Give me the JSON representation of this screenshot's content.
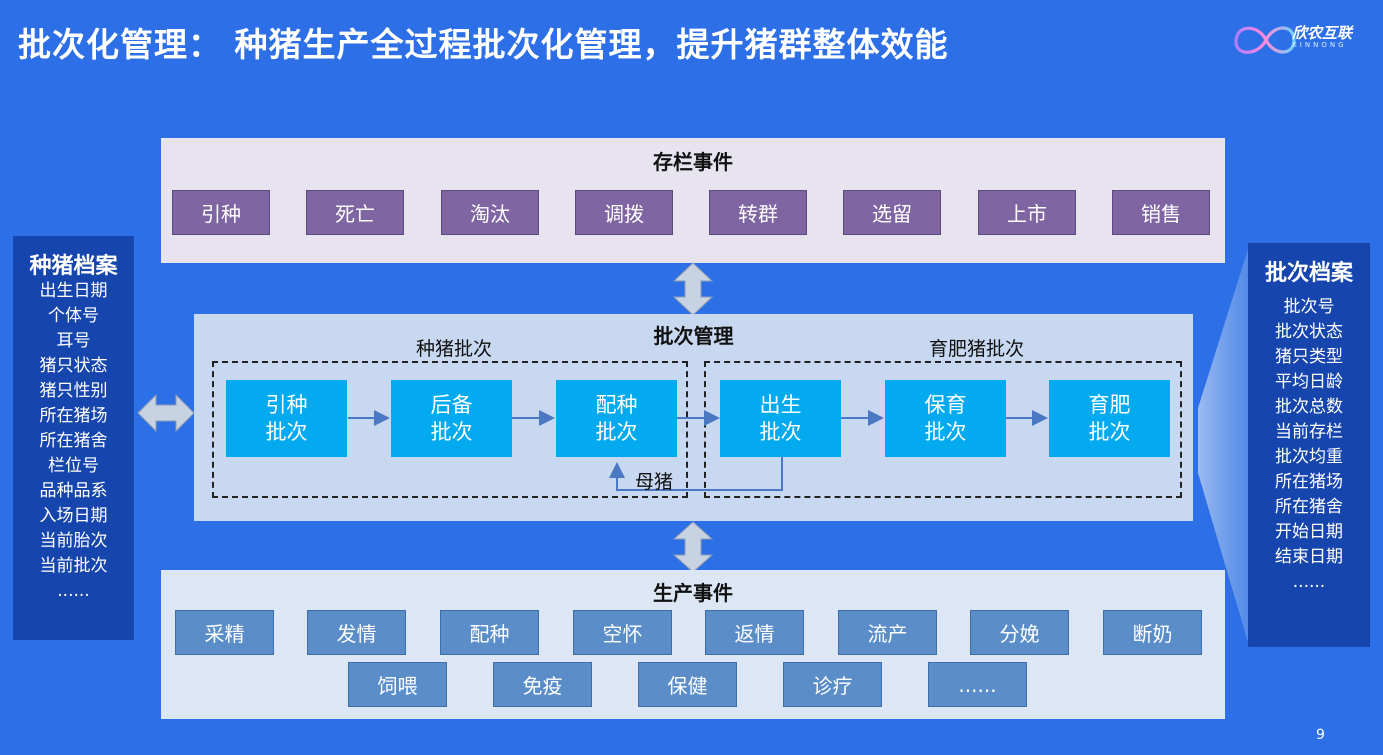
{
  "header": {
    "title": "批次化管理： 种猪生产全过程批次化管理，提升猪群整体效能",
    "logo_text": "欣农互联",
    "logo_sub": "XINNONG"
  },
  "stock_events": {
    "title": "存栏事件",
    "items": [
      "引种",
      "死亡",
      "淘汰",
      "调拨",
      "转群",
      "选留",
      "上市",
      "销售"
    ]
  },
  "batch_management": {
    "title": "批次管理",
    "breeding_group": {
      "label": "种猪批次",
      "nodes": [
        {
          "line1": "引种",
          "line2": "批次"
        },
        {
          "line1": "后备",
          "line2": "批次"
        },
        {
          "line1": "配种",
          "line2": "批次"
        }
      ]
    },
    "fattening_group": {
      "label": "育肥猪批次",
      "nodes": [
        {
          "line1": "出生",
          "line2": "批次"
        },
        {
          "line1": "保育",
          "line2": "批次"
        },
        {
          "line1": "育肥",
          "line2": "批次"
        }
      ]
    },
    "feedback_label": "母猪"
  },
  "production_events": {
    "title": "生产事件",
    "row1": [
      "采精",
      "发情",
      "配种",
      "空怀",
      "返情",
      "流产",
      "分娩",
      "断奶"
    ],
    "row2": [
      "饲喂",
      "免疫",
      "保健",
      "诊疗",
      "......"
    ]
  },
  "breeder_profile": {
    "title": "种猪档案",
    "fields": [
      "出生日期",
      "个体号",
      "耳号",
      "猪只状态",
      "猪只性别",
      "所在猪场",
      "所在猪舍",
      "栏位号",
      "品种品系",
      "入场日期",
      "当前胎次",
      "当前批次",
      "......"
    ]
  },
  "batch_profile": {
    "title": "批次档案",
    "fields": [
      "批次号",
      "批次状态",
      "猪只类型",
      "平均日龄",
      "批次总数",
      "当前存栏",
      "批次均重",
      "所在猪场",
      "所在猪舍",
      "开始日期",
      "结束日期",
      "......"
    ]
  },
  "footer": {
    "page_number": "9"
  },
  "colors": {
    "background": "#2d6fe6",
    "stock_button": "#7f66a3",
    "batch_node": "#03aaf0",
    "production_button": "#5b8ec9",
    "profile_panel": "#1646ad"
  }
}
